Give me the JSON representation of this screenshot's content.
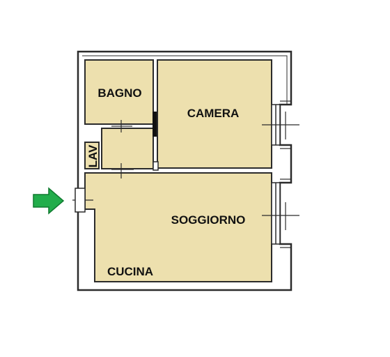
{
  "floorplan": {
    "rooms": [
      {
        "id": "bagno",
        "label": "BAGNO"
      },
      {
        "id": "camera",
        "label": "CAMERA"
      },
      {
        "id": "lav",
        "label": "LAV"
      },
      {
        "id": "soggiorno",
        "label": "SOGGIORNO"
      },
      {
        "id": "cucina",
        "label": "CUCINA"
      }
    ],
    "entrance_icon": "arrow-right-icon"
  },
  "colors": {
    "room_fill": "#ede0ae",
    "wall": "#2b2b2b",
    "arrow": "#22ad4b",
    "arrow_stroke": "#0f7a2f",
    "background": "#ffffff"
  }
}
